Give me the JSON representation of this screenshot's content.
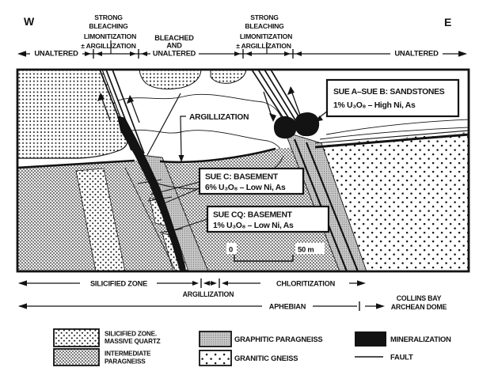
{
  "compass": {
    "west": "W",
    "east": "E"
  },
  "top_ruler": {
    "unaltered_left": "UNALTERED",
    "strong_bleaching_left": [
      "STRONG",
      "BLEACHING",
      "LIMONITIZATION",
      "± ARGILLIZATION"
    ],
    "bleached_and_unaltered": [
      "BLEACHED",
      "AND",
      "UNALTERED"
    ],
    "strong_bleaching_right": [
      "STRONG",
      "BLEACHING",
      "LIMONITIZATION",
      "± ARGILLIZATION"
    ],
    "unaltered_right": "UNALTERED"
  },
  "section": {
    "argillization_label": "ARGILLIZATION",
    "deposit_boxes": [
      {
        "id": "sue_ab",
        "line1": "SUE A–SUE B: SANDSTONES",
        "line2": "1% U₃O₈ – High Ni, As"
      },
      {
        "id": "sue_c",
        "line1": "SUE C: BASEMENT",
        "line2": "6% U₃O₈ – Low Ni, As"
      },
      {
        "id": "sue_cq",
        "line1": "SUE CQ: BASEMENT",
        "line2": "1% U₃O₈ – Low Ni, As"
      }
    ],
    "scale_bar": {
      "start": "0",
      "end": "50 m"
    }
  },
  "bottom_ruler": {
    "silicified_zone": "SILICIFIED ZONE",
    "argillization": "ARGILLIZATION",
    "chloritization": "CHLORITIZATION",
    "aphebian": "APHEBIAN",
    "collins_bay_dome": [
      "COLLINS BAY",
      "ARCHEAN DOME"
    ]
  },
  "legend": {
    "silicified": [
      "SILICIFIED ZONE.",
      "MASSIVE QUARTZ"
    ],
    "intermediate": [
      "INTERMEDIATE",
      "PARAGNEISS"
    ],
    "graphitic": "GRAPHITIC PARAGNEISS",
    "granitic": "GRANITIC GNEISS",
    "mineralization": "MINERALIZATION",
    "fault": "FAULT"
  },
  "colors": {
    "ink": "#131313",
    "paper": "#ffffff",
    "graphitic_gray": "#c8c8c8"
  }
}
